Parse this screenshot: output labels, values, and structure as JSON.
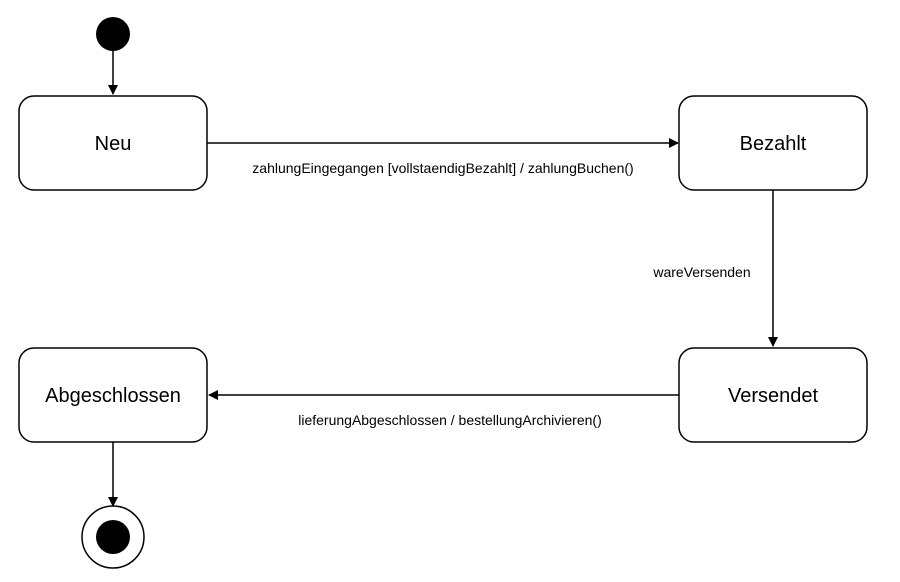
{
  "diagram": {
    "type": "state-machine",
    "states": [
      {
        "id": "neu",
        "label": "Neu"
      },
      {
        "id": "bezahlt",
        "label": "Bezahlt"
      },
      {
        "id": "versendet",
        "label": "Versendet"
      },
      {
        "id": "abgeschlossen",
        "label": "Abgeschlossen"
      }
    ],
    "transitions": [
      {
        "from": "initial",
        "to": "neu",
        "label": ""
      },
      {
        "from": "neu",
        "to": "bezahlt",
        "label": "zahlungEingegangen [vollstaendigBezahlt] / zahlungBuchen()"
      },
      {
        "from": "bezahlt",
        "to": "versendet",
        "label": "wareVersenden"
      },
      {
        "from": "versendet",
        "to": "abgeschlossen",
        "label": "lieferungAbgeschlossen / bestellungArchivieren()"
      },
      {
        "from": "abgeschlossen",
        "to": "final",
        "label": ""
      }
    ]
  }
}
